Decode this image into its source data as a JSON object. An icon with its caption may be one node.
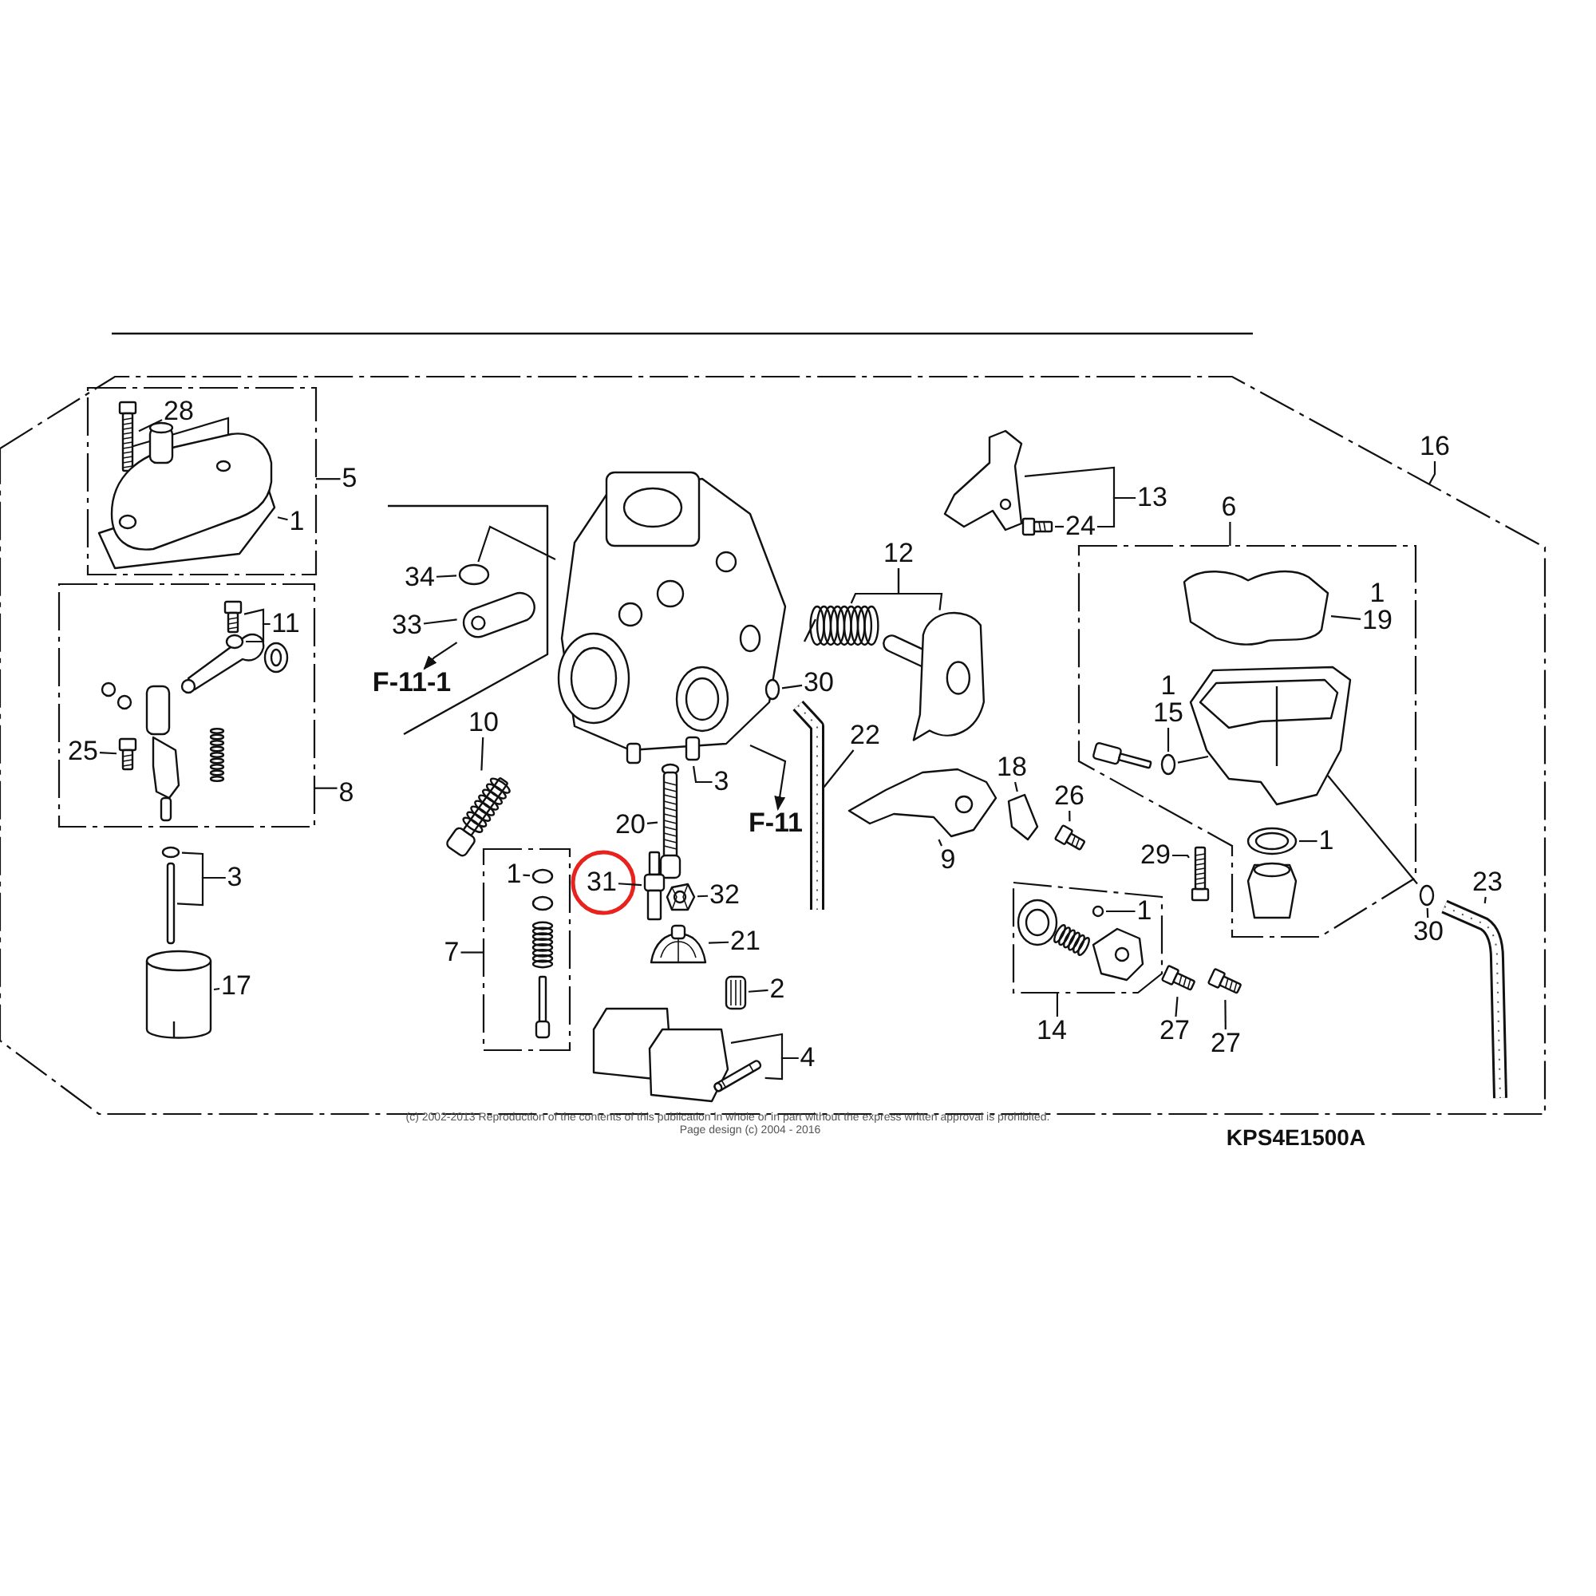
{
  "diagram": {
    "nodes": [
      {
        "text": [],
        "shape": "box"
      },
      {
        "text": [],
        "shape": "box",
        "in": 0
      },
      {
        "text": [
          "28"
        ],
        "in": 1
      },
      {
        "text": [
          "1"
        ],
        "in": 1
      },
      {
        "text": [
          "5"
        ],
        "in": 0
      },
      {
        "text": [],
        "shape": "box",
        "in": 0
      },
      {
        "text": [
          "11"
        ],
        "in": 5
      },
      {
        "text": [
          "25"
        ],
        "in": 5
      },
      {
        "text": [
          "8"
        ],
        "in": 0
      },
      {
        "text": [
          "3"
        ],
        "in": 0
      },
      {
        "text": [
          "17"
        ],
        "in": 0
      },
      {
        "text": [
          "34"
        ],
        "in": 0
      },
      {
        "text": [
          "33"
        ],
        "in": 0
      },
      {
        "text": [
          "F-11-1"
        ],
        "in": 0
      },
      {
        "text": [
          "10"
        ],
        "in": 0
      },
      {
        "text": [
          "3"
        ],
        "in": 0
      },
      {
        "text": [
          "20"
        ],
        "in": 0
      },
      {
        "text": [],
        "shape": "box",
        "in": 0
      },
      {
        "text": [
          "1"
        ],
        "in": 17
      },
      {
        "text": [
          "7"
        ],
        "in": 0
      },
      {
        "text": [
          "31"
        ],
        "in": 0
      },
      {
        "text": [
          "32"
        ],
        "in": 0
      },
      {
        "text": [
          "21"
        ],
        "in": 0
      },
      {
        "text": [
          "2"
        ],
        "in": 0
      },
      {
        "text": [
          "4"
        ],
        "in": 0
      },
      {
        "text": [
          "F-11"
        ],
        "in": 0
      },
      {
        "text": [
          "30"
        ],
        "in": 0
      },
      {
        "text": [
          "22"
        ],
        "in": 0
      },
      {
        "text": [
          "12"
        ],
        "in": 0
      },
      {
        "text": [
          "13"
        ],
        "in": 0
      },
      {
        "text": [
          "24"
        ],
        "in": 0
      },
      {
        "text": [
          "6"
        ],
        "in": 0
      },
      {
        "text": [],
        "shape": "box",
        "in": 0
      },
      {
        "text": [
          "19"
        ],
        "in": 32
      },
      {
        "text": [
          "15"
        ],
        "in": 32
      },
      {
        "text": [
          "1"
        ],
        "in": 32
      },
      {
        "text": [
          "29"
        ],
        "in": 0
      },
      {
        "text": [
          "26"
        ],
        "in": 0
      },
      {
        "text": [
          "18"
        ],
        "in": 0
      },
      {
        "text": [
          "9"
        ],
        "in": 0
      },
      {
        "text": [],
        "shape": "box",
        "in": 0
      },
      {
        "text": [
          "1"
        ],
        "in": 40
      },
      {
        "text": [
          "14"
        ],
        "in": 0
      },
      {
        "text": [
          "27"
        ],
        "in": 0
      },
      {
        "text": [
          "27"
        ],
        "in": 0
      },
      {
        "text": [
          "16"
        ]
      },
      {
        "text": [
          "30"
        ],
        "in": 0
      },
      {
        "text": [
          "23"
        ],
        "in": 0
      },
      {
        "text": [],
        "shape": "picture",
        "in": 1
      },
      {
        "text": [],
        "shape": "picture",
        "in": 1
      },
      {
        "text": [],
        "shape": "picture",
        "in": 5
      },
      {
        "text": [],
        "shape": "circle",
        "in": 5
      },
      {
        "text": [],
        "shape": "picture",
        "in": 5
      },
      {
        "text": [],
        "shape": "circle",
        "in": 0
      },
      {
        "text": [],
        "shape": "bar",
        "in": 0
      },
      {
        "text": [],
        "shape": "picture",
        "in": 0
      },
      {
        "text": [],
        "shape": "circle",
        "in": 0
      },
      {
        "text": [],
        "shape": "picture",
        "in": 0
      },
      {
        "text": [],
        "shape": "picture",
        "in": 0
      },
      {
        "text": [],
        "shape": "picture",
        "in": 0
      },
      {
        "text": [],
        "shape": "picture",
        "in": 0
      },
      {
        "text": [],
        "shape": "circle",
        "in": 17
      },
      {
        "text": [],
        "shape": "picture",
        "in": 0
      },
      {
        "text": [],
        "shape": "picture",
        "in": 0
      },
      {
        "text": [],
        "shape": "picture",
        "in": 0
      },
      {
        "text": [],
        "shape": "picture",
        "in": 0
      },
      {
        "text": [],
        "shape": "picture",
        "in": 0
      },
      {
        "text": [],
        "shape": "picture",
        "in": 0
      },
      {
        "text": [],
        "shape": "circle",
        "in": 0
      },
      {
        "text": [],
        "shape": "picture",
        "in": 0
      },
      {
        "text": [],
        "shape": "picture",
        "in": 0
      },
      {
        "text": [],
        "shape": "picture",
        "in": 0
      },
      {
        "text": [],
        "shape": "picture",
        "in": 0
      },
      {
        "text": [],
        "shape": "picture",
        "in": 0
      },
      {
        "text": [],
        "shape": "picture",
        "in": 32
      },
      {
        "text": [],
        "shape": "circle",
        "in": 32
      },
      {
        "text": [],
        "shape": "picture",
        "in": 32
      },
      {
        "text": [],
        "shape": "picture",
        "in": 0
      },
      {
        "text": [],
        "shape": "picture",
        "in": 0
      },
      {
        "text": [],
        "shape": "picture",
        "in": 0
      },
      {
        "text": [],
        "shape": "picture",
        "in": 0
      },
      {
        "text": [],
        "shape": "circle",
        "in": 40
      },
      {
        "text": [],
        "shape": "picture",
        "in": 0
      },
      {
        "text": [],
        "shape": "picture",
        "in": 0
      },
      {
        "text": [],
        "shape": "circle",
        "in": 0
      },
      {
        "text": [],
        "shape": "picture",
        "in": 0
      },
      {
        "text": [],
        "shape": "picture",
        "in": 32
      }
    ],
    "edges": [
      {
        "from": 2,
        "to": 48,
        "arrow": "none"
      },
      {
        "from": 3,
        "to": 49,
        "arrow": "none"
      },
      {
        "from": 4,
        "to": 1,
        "arrow": "none"
      },
      {
        "from": 6,
        "to": 50,
        "arrow": "none"
      },
      {
        "from": 6,
        "to": 51,
        "arrow": "none"
      },
      {
        "from": 7,
        "to": 52,
        "arrow": "none"
      },
      {
        "from": 8,
        "to": 5,
        "arrow": "none"
      },
      {
        "from": 9,
        "to": 53,
        "arrow": "none"
      },
      {
        "from": 9,
        "to": 54,
        "arrow": "none"
      },
      {
        "from": 10,
        "to": 55,
        "arrow": "none"
      },
      {
        "from": 11,
        "to": 56,
        "arrow": "none"
      },
      {
        "from": 12,
        "to": 57,
        "arrow": "none"
      },
      {
        "from": 57,
        "to": 13,
        "arrow": "to"
      },
      {
        "from": 56,
        "to": 58,
        "arrow": "none"
      },
      {
        "from": 14,
        "to": 59,
        "arrow": "none"
      },
      {
        "from": 15,
        "to": 58,
        "arrow": "none"
      },
      {
        "from": 16,
        "to": 60,
        "arrow": "none"
      },
      {
        "from": 18,
        "to": 61,
        "arrow": "none"
      },
      {
        "from": 19,
        "to": 17,
        "arrow": "none"
      },
      {
        "from": 20,
        "to": 62,
        "arrow": "none"
      },
      {
        "from": 21,
        "to": 63,
        "arrow": "none"
      },
      {
        "from": 22,
        "to": 64,
        "arrow": "none"
      },
      {
        "from": 23,
        "to": 65,
        "arrow": "none"
      },
      {
        "from": 24,
        "to": 66,
        "arrow": "none"
      },
      {
        "from": 24,
        "to": 67,
        "arrow": "none"
      },
      {
        "from": 58,
        "to": 25,
        "arrow": "to"
      },
      {
        "from": 26,
        "to": 68,
        "arrow": "none"
      },
      {
        "from": 27,
        "to": 69,
        "arrow": "none"
      },
      {
        "from": 28,
        "to": 70,
        "arrow": "none"
      },
      {
        "from": 28,
        "to": 71,
        "arrow": "none"
      },
      {
        "from": 29,
        "to": 72,
        "arrow": "none"
      },
      {
        "from": 29,
        "to": 30,
        "arrow": "none"
      },
      {
        "from": 30,
        "to": 73,
        "arrow": "none"
      },
      {
        "from": 31,
        "to": 32,
        "arrow": "none"
      },
      {
        "from": 33,
        "to": 74,
        "arrow": "none"
      },
      {
        "from": 34,
        "to": 75,
        "arrow": "none"
      },
      {
        "from": 35,
        "to": 76,
        "arrow": "none"
      },
      {
        "from": 36,
        "to": 77,
        "arrow": "none"
      },
      {
        "from": 37,
        "to": 78,
        "arrow": "none"
      },
      {
        "from": 38,
        "to": 79,
        "arrow": "none"
      },
      {
        "from": 39,
        "to": 80,
        "arrow": "none"
      },
      {
        "from": 41,
        "to": 81,
        "arrow": "none"
      },
      {
        "from": 42,
        "to": 40,
        "arrow": "none"
      },
      {
        "from": 43,
        "to": 82,
        "arrow": "none"
      },
      {
        "from": 44,
        "to": 83,
        "arrow": "none"
      },
      {
        "from": 45,
        "to": 0,
        "arrow": "none"
      },
      {
        "from": 46,
        "to": 84,
        "arrow": "none"
      },
      {
        "from": 47,
        "to": 85,
        "arrow": "none"
      },
      {
        "from": 48,
        "to": 49,
        "arrow": "none"
      },
      {
        "from": 86,
        "to": 84,
        "arrow": "none"
      },
      {
        "from": 86,
        "to": 75,
        "arrow": "none"
      }
    ],
    "labels": [
      "1",
      "1",
      "(c) 2002-2013 Reproduction of the contents of this publication in whole or in part without the express written approval is prohibited.",
      "Page design (c) 2004 - 2016",
      "KPS4E1500A"
    ]
  }
}
